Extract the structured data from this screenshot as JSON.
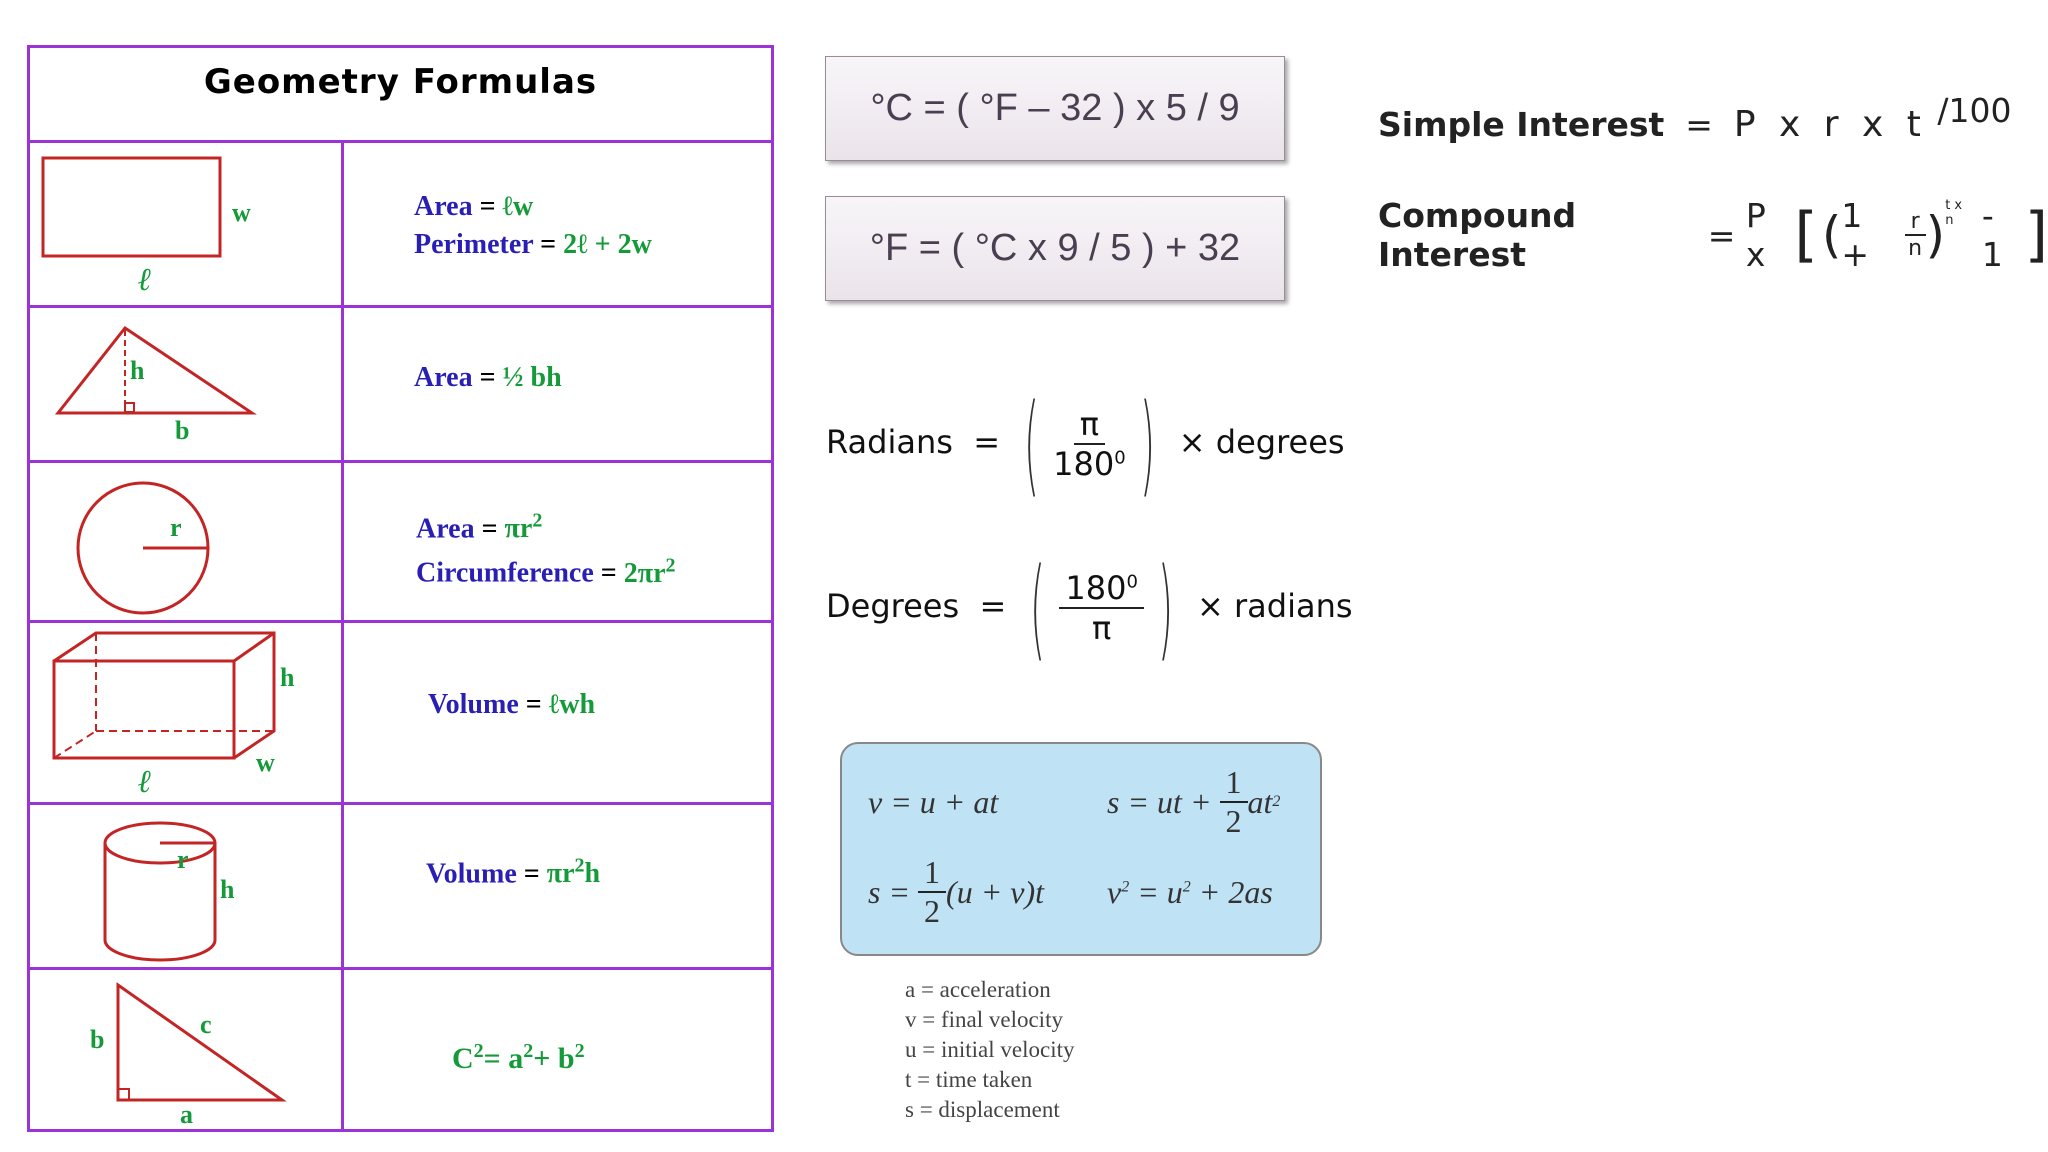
{
  "geometry": {
    "title": "Geometry Formulas",
    "rectangle": {
      "shape_labels": {
        "w": "w",
        "l": "ℓ"
      },
      "line1_label": "Area",
      "line1_expr": "ℓw",
      "line2_label": "Perimeter",
      "line2_expr": "2ℓ + 2w"
    },
    "triangle": {
      "shape_labels": {
        "h": "h",
        "b": "b"
      },
      "label": "Area",
      "expr": "½ bh"
    },
    "circle": {
      "shape_labels": {
        "r": "r"
      },
      "line1_label": "Area",
      "line1_expr": "πr",
      "line2_label": "Circumference",
      "line2_expr": "2πr",
      "exponent": "2"
    },
    "prism": {
      "shape_labels": {
        "h": "h",
        "l": "ℓ",
        "w": "w"
      },
      "label": "Volume",
      "expr": "ℓwh"
    },
    "cylinder": {
      "shape_labels": {
        "r": "r",
        "h": "h"
      },
      "label": "Volume",
      "expr_base": "πr",
      "expr_exp": "2",
      "expr_tail": "h"
    },
    "right_triangle": {
      "shape_labels": {
        "b": "b",
        "c": "c",
        "a": "a"
      },
      "c": "C",
      "a": "a",
      "b": "b",
      "exp": "2",
      "eq": "=",
      "plus": "+"
    },
    "equals": "="
  },
  "temperature": {
    "c_formula": "°C = ( °F – 32 ) x 5 / 9",
    "f_formula": "°F = ( °C  x 9 / 5 ) + 32"
  },
  "angles": {
    "radians_label": "Radians",
    "degrees_label": "Degrees",
    "equals": "=",
    "pi": "π",
    "deg180": "180",
    "deg_sup": "0",
    "times_degrees": "× degrees",
    "times_radians": "× radians"
  },
  "interest": {
    "simple_label": "Simple Interest",
    "equals": "=",
    "simple_expr": "P x r x t",
    "simple_tail": "/100",
    "compound_label": "Compound Interest",
    "compound_p": "P x",
    "one_plus": "1 +",
    "r": "r",
    "n": "n",
    "exp": "t x n",
    "minus_one": "- 1"
  },
  "kinematics": {
    "eq1": "v = u + at",
    "eq2_left": "s = ut +",
    "eq2_num": "1",
    "eq2_den": "2",
    "eq2_right": "at",
    "eq3_left": "s =",
    "eq3_num": "1",
    "eq3_den": "2",
    "eq3_right": "(u + v)t",
    "eq4": "v",
    "eq4_mid": " = u",
    "eq4_right": " + 2as",
    "sq": "2"
  },
  "legend": [
    "a = acceleration",
    "v = final velocity",
    "u = initial velocity",
    "t = time taken",
    "s = displacement"
  ]
}
